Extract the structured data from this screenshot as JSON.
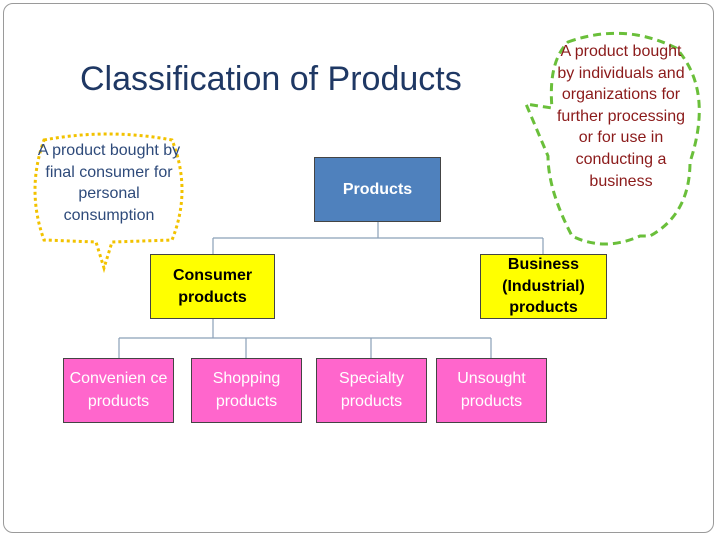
{
  "title": "Classification of Products",
  "root": {
    "label": "Products"
  },
  "categories": {
    "consumer": "Consumer products",
    "business": "Business (Industrial) products"
  },
  "consumer_types": {
    "convenience": "Convenien ce products",
    "shopping": "Shopping products",
    "specialty": "Specialty products",
    "unsought": "Unsought products"
  },
  "callouts": {
    "consumer_definition": "A product bought by final consumer for personal consumption",
    "business_definition": "A product bought by individuals and organizations for further processing or for use in conducting a business"
  },
  "colors": {
    "root_box": "#4f81bd",
    "category_box": "#ffff00",
    "type_box": "#ff66cc",
    "callout_border": "#6abf3a",
    "callout_fill": "#ffffff",
    "connector": "#8aa0b8",
    "title": "#1f3864"
  }
}
